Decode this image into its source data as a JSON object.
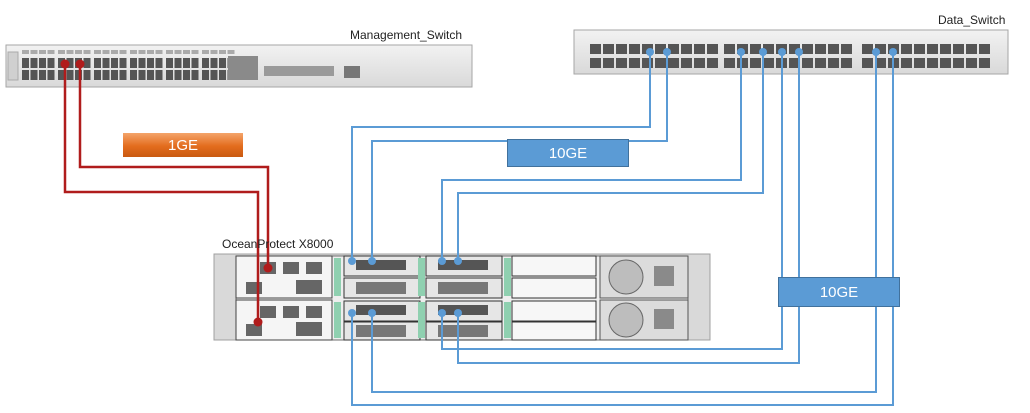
{
  "labels": {
    "management_switch": "Management_Switch",
    "data_switch": "Data_Switch",
    "device": "OceanProtect X8000"
  },
  "badges": {
    "gbe_1": "1GE",
    "gbe_10_top": "10GE",
    "gbe_10_right": "10GE"
  },
  "colors": {
    "management_link": "#b01c1c",
    "data_link": "#5b9bd5",
    "badge_1ge": "#e36c1d",
    "badge_10ge": "#5b9bd5",
    "chassis": "#e6e6e6",
    "port": "#555555"
  }
}
